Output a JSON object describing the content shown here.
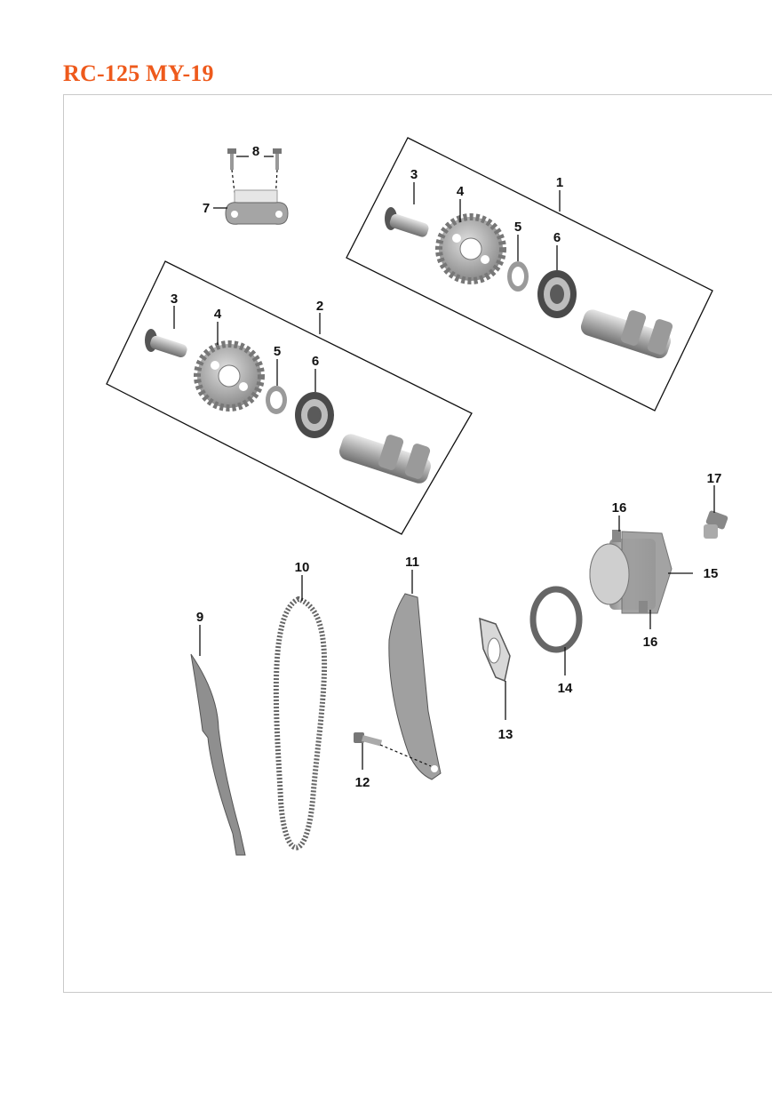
{
  "page": {
    "title": "RC-125 MY-19",
    "brand_color": "#ee5a1c"
  },
  "callouts": {
    "c1": "1",
    "c2": "2",
    "c3a": "3",
    "c3b": "3",
    "c4a": "4",
    "c4b": "4",
    "c5a": "5",
    "c5b": "5",
    "c6a": "6",
    "c6b": "6",
    "c7": "7",
    "c8": "8",
    "c9": "9",
    "c10": "10",
    "c11": "11",
    "c12": "12",
    "c13": "13",
    "c14": "14",
    "c15": "15",
    "c16a": "16",
    "c16b": "16",
    "c17": "17"
  }
}
